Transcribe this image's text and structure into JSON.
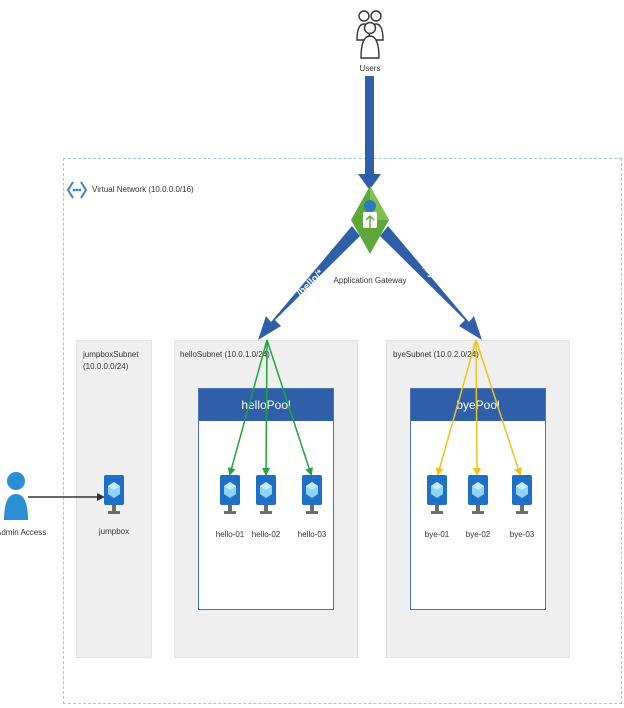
{
  "users": {
    "label": "Users",
    "icon": "users-icon"
  },
  "vnet": {
    "label": "Virtual Network (10.0.0.0/16)",
    "icon": "virtual-network-icon"
  },
  "gateway": {
    "label": "Application Gateway",
    "icon": "application-gateway-icon"
  },
  "routes": {
    "hello": "/hello/*",
    "bye": "/bye/*"
  },
  "admin": {
    "label": "Admin Access",
    "icon": "admin-user-icon"
  },
  "jumpbox_subnet": {
    "label_line1": "jumpboxSubnet",
    "label_line2": "(10.0.0.0/24)",
    "vm": "jumpbox"
  },
  "hello_subnet": {
    "label": "helloSubnet (10.0.1.0/24)",
    "pool": "helloPool",
    "vms": [
      "hello-01",
      "hello-02",
      "hello-03"
    ]
  },
  "bye_subnet": {
    "label": "byeSubnet (10.0.2.0/24)",
    "pool": "byePool",
    "vms": [
      "bye-01",
      "bye-02",
      "bye-03"
    ]
  },
  "colors": {
    "main_arrow": "#2e5fa8",
    "hello_arrow": "#22a33c",
    "bye_arrow": "#f2c21b",
    "pool_header": "#2e5fa8"
  }
}
